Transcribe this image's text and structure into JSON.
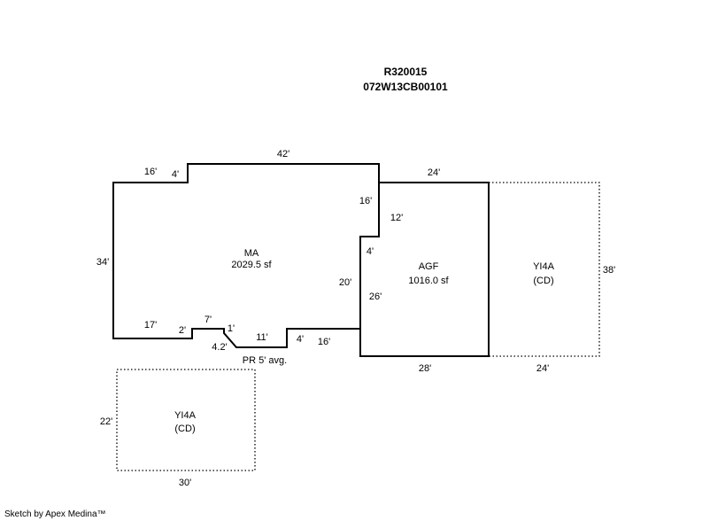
{
  "header": {
    "account": "R320015",
    "map_number": "072W13CB00101"
  },
  "areas": {
    "main": {
      "code": "MA",
      "area": "2029.5 sf"
    },
    "garage": {
      "code": "AGF",
      "area": "1016.0 sf"
    },
    "yard_right": {
      "code": "YI4A",
      "sub": "(CD)"
    },
    "yard_bottom": {
      "code": "YI4A",
      "sub": "(CD)"
    },
    "porch": "PR 5' avg."
  },
  "dimensions": {
    "ma_top_left": "16'",
    "ma_step_top": "4'",
    "ma_top": "42'",
    "ma_left": "34'",
    "ma_right_upper": "16'",
    "ma_right_step": "4'",
    "ma_right_lower": "20'",
    "ma_bottom_left": "17'",
    "ma_step_bottom": "2'",
    "ma_bump": "7'",
    "ma_bump_drop": "1'",
    "ma_diag": "4.2'",
    "ma_porch": "11'",
    "ma_porch_step": "4'",
    "ma_bottom_right": "16'",
    "agf_top": "24'",
    "agf_right_upper": "12'",
    "agf_left": "26'",
    "agf_bottom": "28'",
    "yard_right_side": "38'",
    "yard_right_bottom": "24'",
    "yard_bottom_side": "22'",
    "yard_bottom_bottom": "30'"
  },
  "footer": "Sketch by Apex Medina™"
}
